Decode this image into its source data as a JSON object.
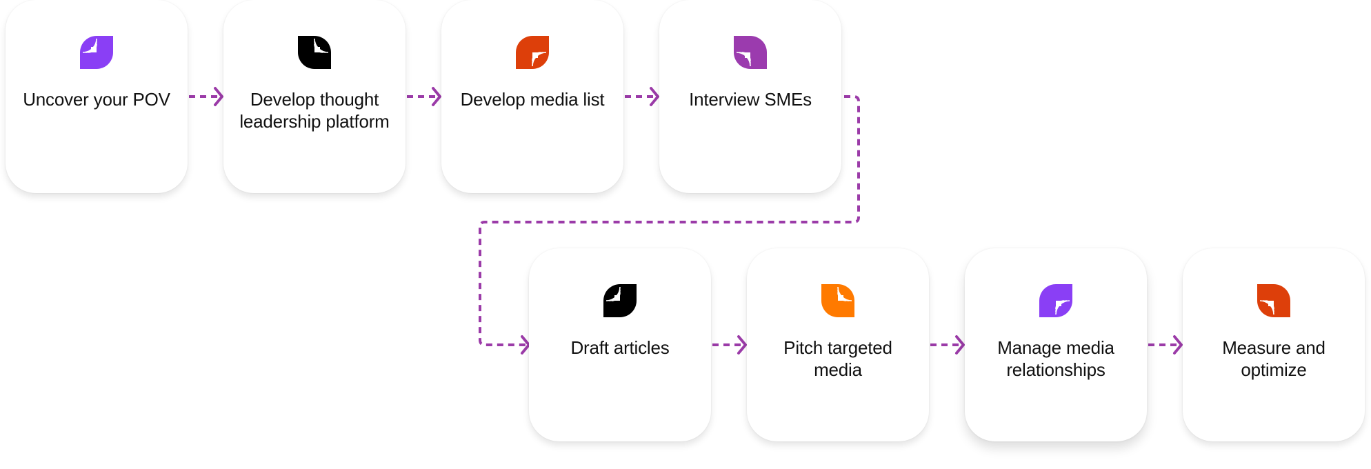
{
  "flow": {
    "connector_color": "#9B3BA8",
    "steps": [
      {
        "label": "Uncover your POV",
        "icon": "leaf-signal-icon",
        "icon_color": "#8A3FF5",
        "arc_quadrant": "top-left"
      },
      {
        "label": "Develop thought leadership platform",
        "icon": "leaf-signal-icon",
        "icon_color": "#000000",
        "arc_quadrant": "top-right"
      },
      {
        "label": "Develop media list",
        "icon": "leaf-signal-icon",
        "icon_color": "#DD3F0A",
        "arc_quadrant": "bottom-right"
      },
      {
        "label": "Interview SMEs",
        "icon": "leaf-signal-icon",
        "icon_color": "#9B3BAE",
        "arc_quadrant": "bottom-left"
      },
      {
        "label": "Draft articles",
        "icon": "leaf-signal-icon",
        "icon_color": "#000000",
        "arc_quadrant": "top-left"
      },
      {
        "label": "Pitch targeted media",
        "icon": "leaf-signal-icon",
        "icon_color": "#FF7A00",
        "arc_quadrant": "top-right"
      },
      {
        "label": "Manage media relationships",
        "icon": "leaf-signal-icon",
        "icon_color": "#8A3FF5",
        "arc_quadrant": "bottom-right"
      },
      {
        "label": "Measure and optimize",
        "icon": "leaf-signal-icon",
        "icon_color": "#DD3F0A",
        "arc_quadrant": "bottom-left"
      }
    ]
  }
}
